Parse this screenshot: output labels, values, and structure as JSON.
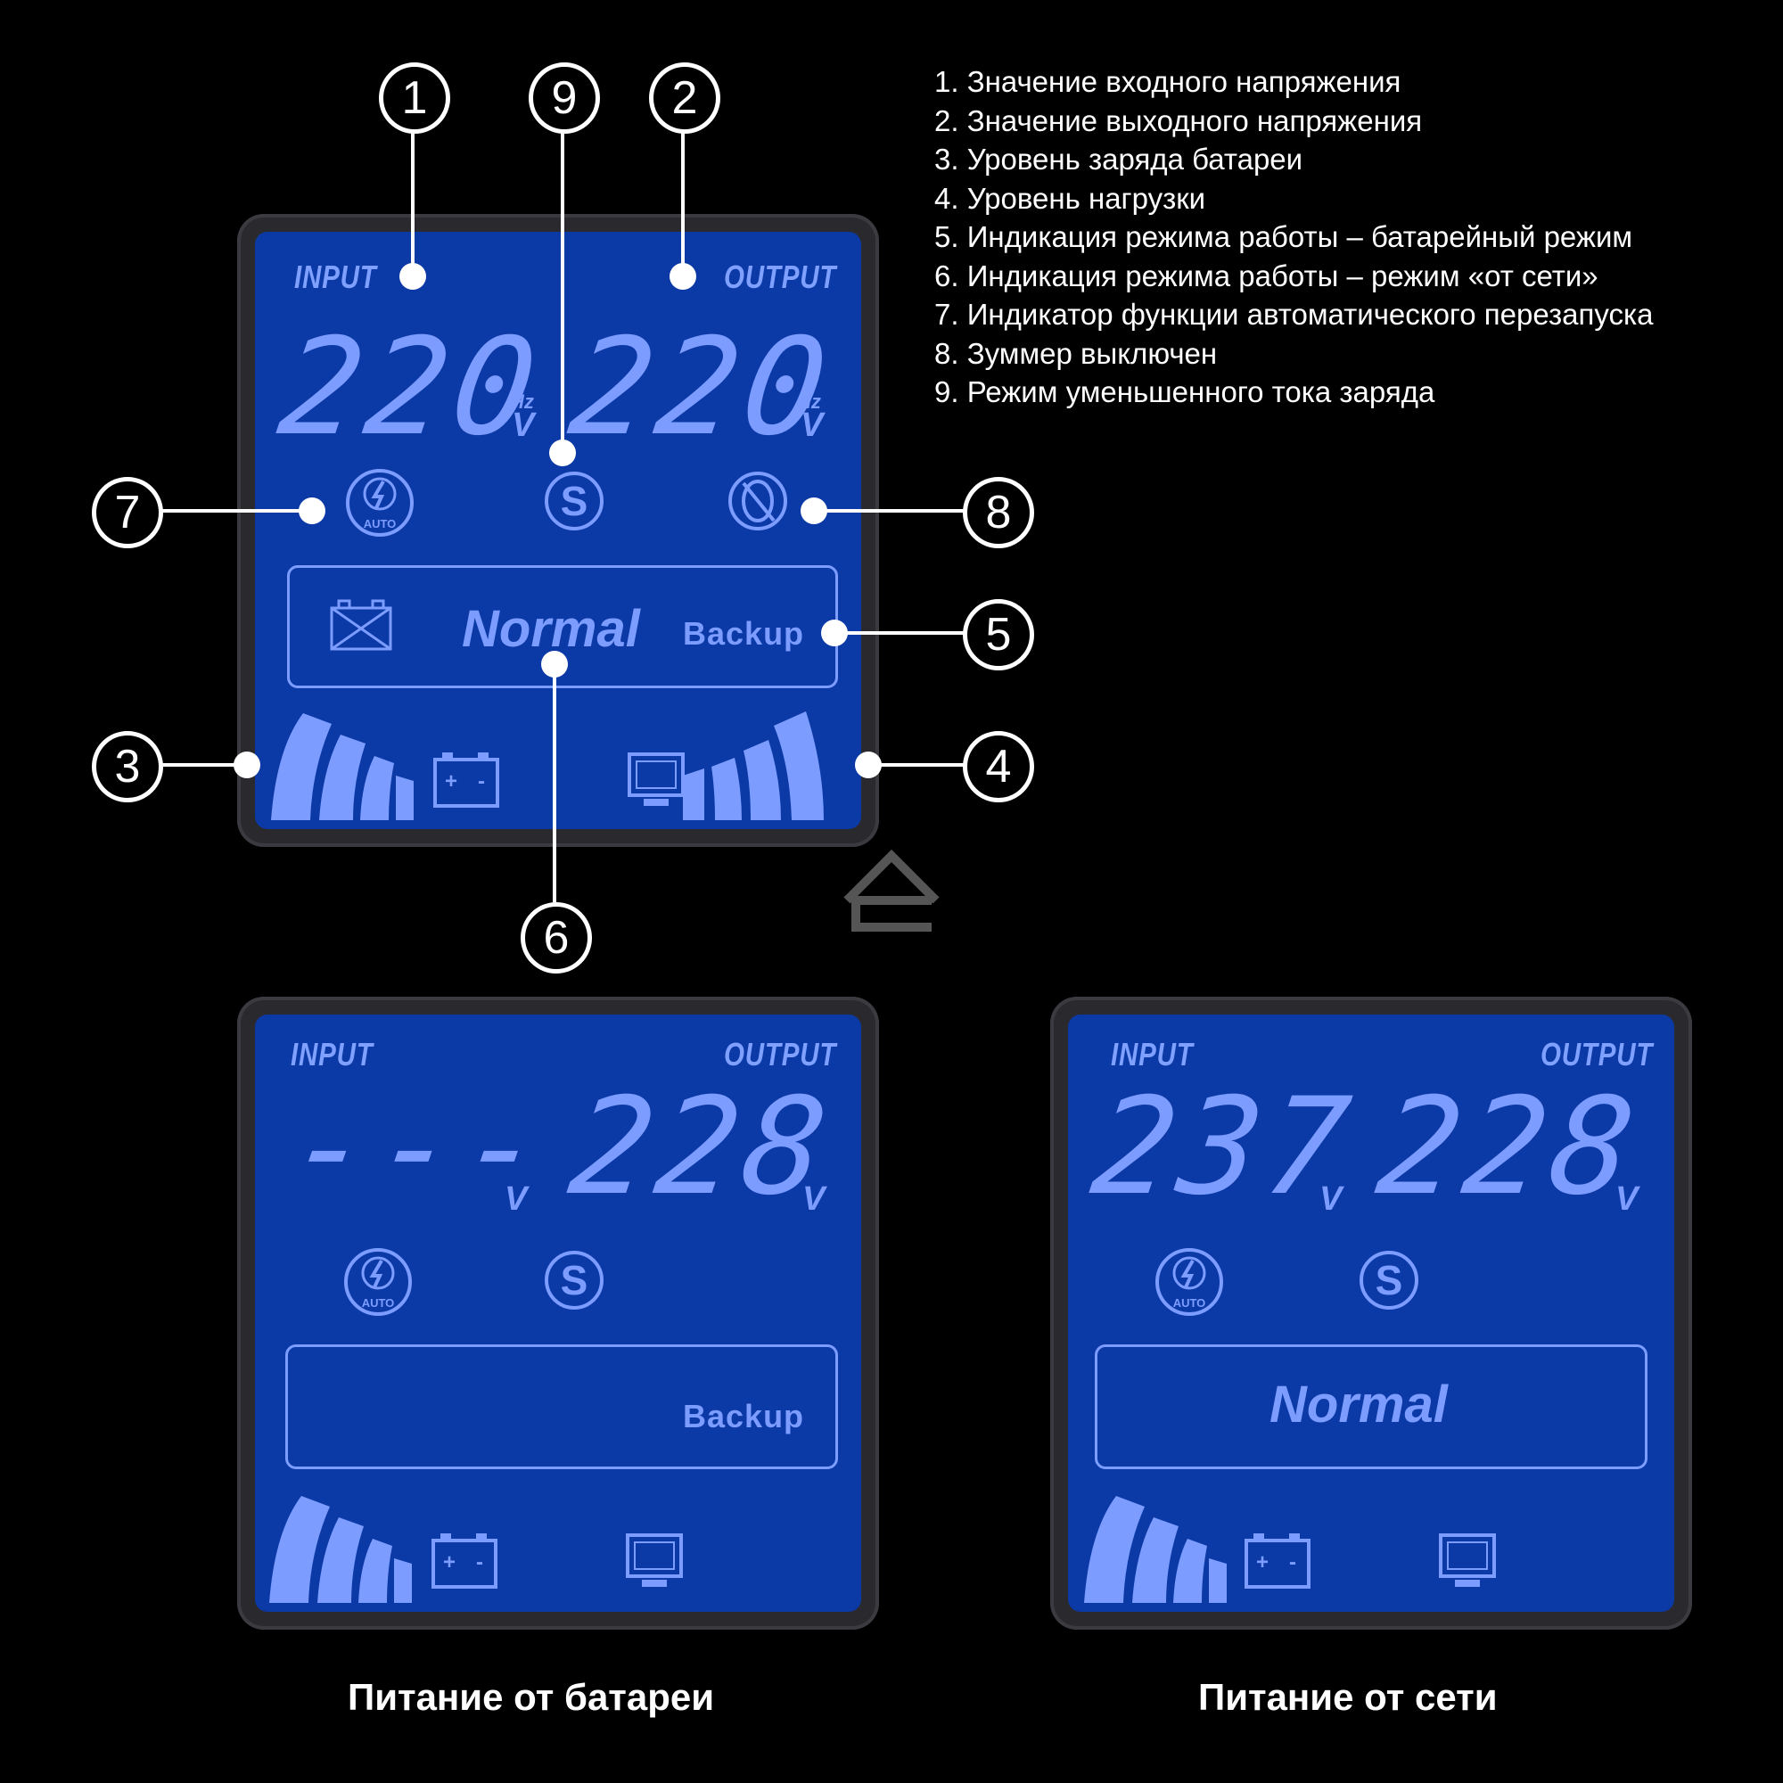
{
  "legend": [
    "1. Значение входного напряжения",
    "2. Значение выходного напряжения",
    "3. Уровень заряда батареи",
    "4. Уровень нагрузки",
    "5. Индикация режима работы – батарейный режим",
    "6. Индикация режима работы – режим «от сети»",
    "7. Индикатор функции автоматического перезапуска",
    "8. Зуммер выключен",
    "9. Режим уменьшенного тока заряда"
  ],
  "callouts": {
    "c1": "1",
    "c2": "2",
    "c3": "3",
    "c4": "4",
    "c5": "5",
    "c6": "6",
    "c7": "7",
    "c8": "8",
    "c9": "9"
  },
  "panel_main": {
    "input_label": "INPUT",
    "output_label": "OUTPUT",
    "input_value": "220",
    "output_value": "220",
    "hz": "Hz",
    "v": "V",
    "auto_text": "AUTO",
    "s_text": "S",
    "normal": "Normal",
    "backup": "Backup"
  },
  "panel_battery": {
    "input_label": "INPUT",
    "output_label": "OUTPUT",
    "input_value": "---",
    "output_value": "228",
    "v": "V",
    "auto_text": "AUTO",
    "s_text": "S",
    "backup": "Backup",
    "caption": "Питание от батареи"
  },
  "panel_mains": {
    "input_label": "INPUT",
    "output_label": "OUTPUT",
    "input_value": "237",
    "output_value": "228",
    "v": "V",
    "auto_text": "AUTO",
    "s_text": "S",
    "normal": "Normal",
    "caption": "Питание от сети"
  },
  "colors": {
    "lcd_bg": "#0b3aa6",
    "segment": "#7d9cff",
    "bezel": "#2a2a2e"
  }
}
